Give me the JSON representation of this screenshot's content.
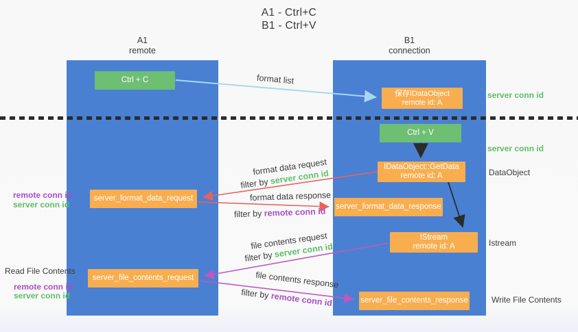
{
  "title": {
    "line1": "A1 - Ctrl+C",
    "line2": "B1 - Ctrl+V"
  },
  "columns": {
    "left": {
      "name": "A1",
      "subtitle": "remote"
    },
    "right": {
      "name": "B1",
      "subtitle": "connection"
    }
  },
  "nodes": {
    "ctrl_c": {
      "label": "Ctrl + C"
    },
    "save_idataobject": {
      "line1": "保存IDataObject",
      "line2": "remote id: A"
    },
    "ctrl_v": {
      "label": "Ctrl + V"
    },
    "getdata": {
      "line1": "IDataObject::GetData",
      "line2": "remote id: A"
    },
    "format_request": {
      "label": "server_format_data_request"
    },
    "format_response": {
      "label": "server_format_data_response"
    },
    "istream": {
      "line1": "IStream",
      "line2": "remote id: A"
    },
    "file_request": {
      "label": "server_file_contents_request"
    },
    "file_response": {
      "label": "server_file_contents_response"
    }
  },
  "left_labels": {
    "remote_conn_id_1": "remote conn id",
    "server_conn_id_1": "server conn id",
    "read_file_contents": "Read File Contents",
    "remote_conn_id_2": "remote conn id",
    "server_conn_id_2": "server conn id"
  },
  "right_labels": {
    "server_conn_id_1": "server conn id",
    "server_conn_id_2": "server conn id",
    "dataobject": "DataObject",
    "istream": "Istream",
    "write_file_contents": "Write File Contents"
  },
  "edge_labels": {
    "format_list": "format list",
    "format_data_request": "format data request",
    "format_data_response": "format data response",
    "file_contents_request": "file contents request",
    "file_contents_response": "file contents response",
    "filter_prefix": "filter by",
    "server_conn_id": "server conn id",
    "remote_conn_id": "remote conn id"
  },
  "colors": {
    "lifeline_blue": "#4A80D2",
    "node_green": "#6EBE73",
    "node_orange": "#F8AD4F",
    "arrow_light_blue": "#A8D7F2",
    "arrow_red": "#E9635C",
    "arrow_magenta": "#C157C1",
    "arrow_black": "#2B2B2B",
    "label_green": "#5FBD68",
    "label_purple": "#A94FC3",
    "text_dark": "#3C3C3C"
  }
}
